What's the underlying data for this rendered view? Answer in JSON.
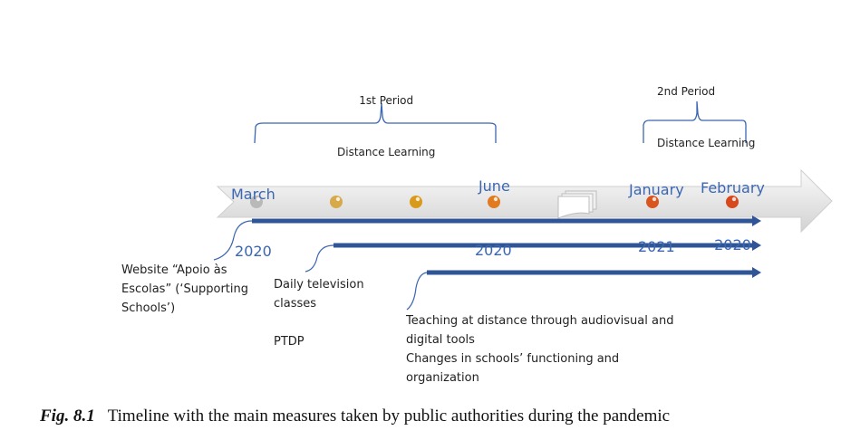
{
  "periods": [
    {
      "line1": "1st Period",
      "line2": "Distance Learning"
    },
    {
      "line1": "2nd Period",
      "line2": "Distance Learning"
    }
  ],
  "dates": [
    {
      "month": "March",
      "year": "2020"
    },
    {
      "month": "June",
      "year": "2020"
    },
    {
      "month": "January",
      "year": "2021"
    },
    {
      "month": "February",
      "year": "2020"
    }
  ],
  "markers": [
    {
      "name": "marker-1",
      "color": "#b9b9b9"
    },
    {
      "name": "marker-2",
      "color": "#d6a94a"
    },
    {
      "name": "marker-3",
      "color": "#d99a1c"
    },
    {
      "name": "marker-4",
      "color": "#e07b1f"
    },
    {
      "name": "marker-5",
      "color": "#d9541e"
    },
    {
      "name": "marker-6",
      "color": "#d7481c"
    }
  ],
  "measures": [
    {
      "label": "Website “Apoio às\nEscolas” (‘Supporting\nSchools’)"
    },
    {
      "label": "Daily television\nclasses\n\nPTDP"
    },
    {
      "label": "Teaching at distance through audiovisual and\ndigital tools\nChanges in schools’ functioning and\norganization"
    }
  ],
  "colors": {
    "accent": "#3b66b1",
    "arrow_line": "#2f5597",
    "timeline": "#e3e3e3"
  },
  "caption": {
    "fig": "Fig. 8.1",
    "text": "Timeline with the main measures taken by public authorities during the pandemic"
  }
}
